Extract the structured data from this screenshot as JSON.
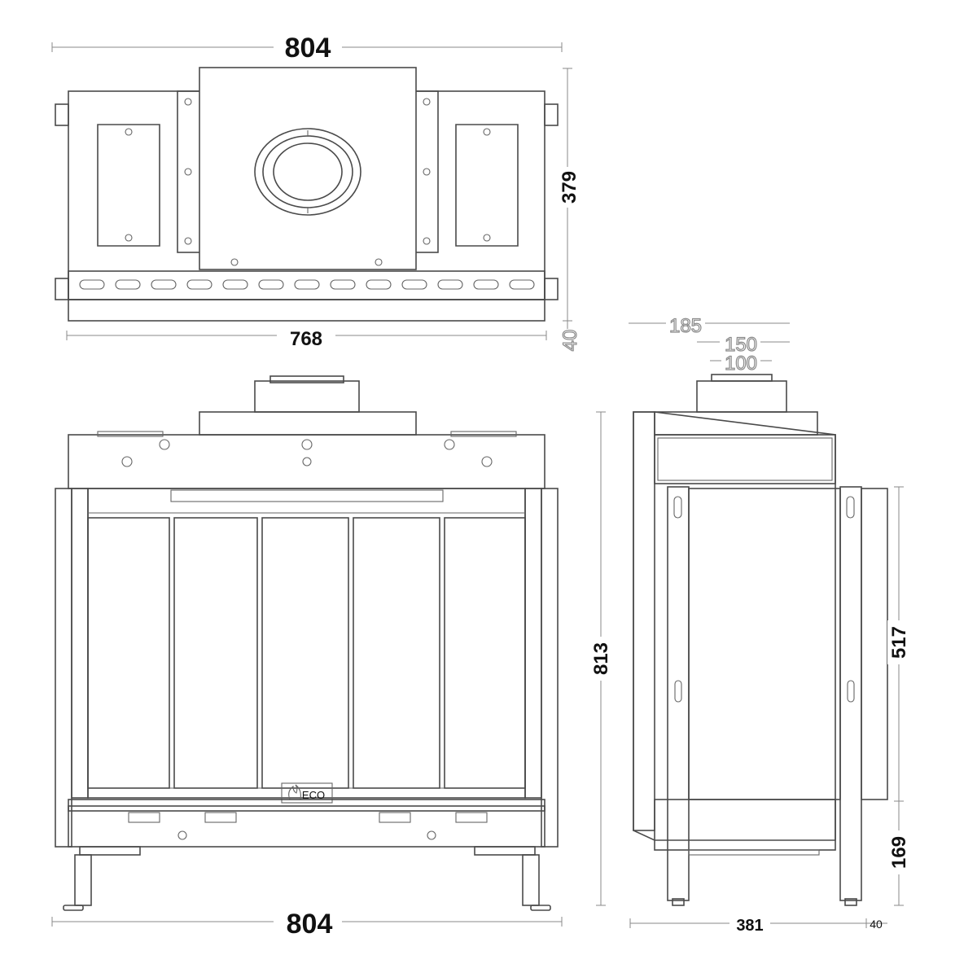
{
  "dimensions": {
    "top_width": "804",
    "top_depth": "379",
    "top_inner_width": "768",
    "top_offset": "40",
    "flue_outer": "185",
    "flue_middle": "150",
    "flue_inner": "100",
    "front_width": "804",
    "front_height": "813",
    "side_door_height": "517",
    "side_base_height": "169",
    "side_depth": "381",
    "side_offset": "40"
  },
  "logo_text": "ECO"
}
